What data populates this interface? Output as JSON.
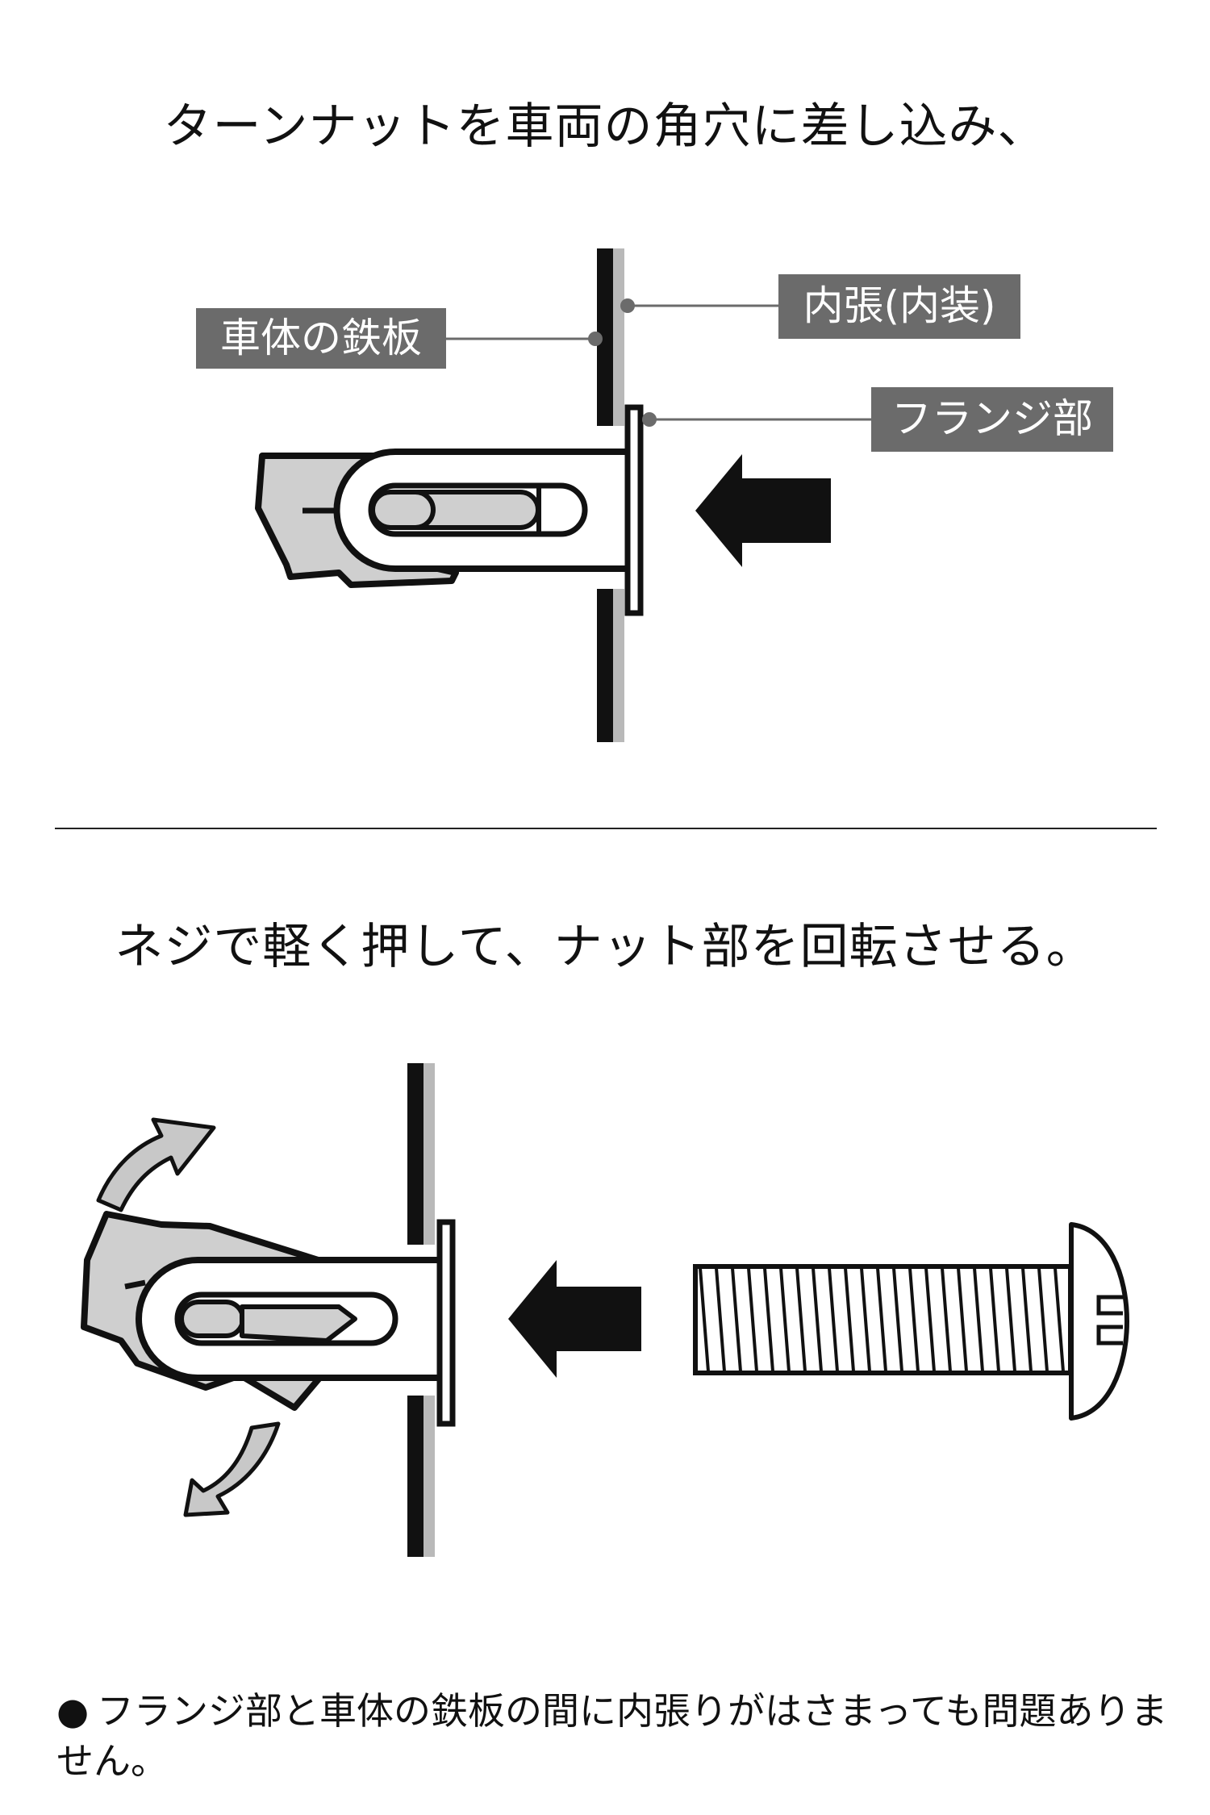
{
  "step1": {
    "heading": "ターンナットを車両の角穴に差し込み、",
    "labels": {
      "steel_plate": "車体の鉄板",
      "interior": "内張(内装)",
      "flange": "フランジ部"
    }
  },
  "step2": {
    "heading": "ネジで軽く押して、ナット部を回転させる。"
  },
  "note": {
    "bullet": "●",
    "text": "フランジ部と車体の鉄板の間に内張りがはさまっても問題ありません。"
  },
  "colors": {
    "label_bg": "#6b6b6b",
    "part_fill": "#cfcfcf",
    "panel_gray": "#b9b9b9",
    "stroke": "#111111"
  }
}
